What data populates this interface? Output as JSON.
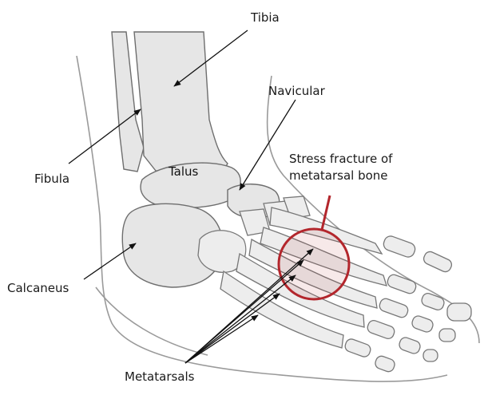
{
  "labels": {
    "tibia": "Tibia",
    "navicular": "Navicular",
    "fibula": "Fibula",
    "talus": "Talus",
    "calcaneus": "Calcaneus",
    "stress_fracture_line1": "Stress fracture of",
    "stress_fracture_line2": "metatarsal bone",
    "metatarsals": "Metatarsals"
  },
  "colors": {
    "bone_fill": "#e6e6e6",
    "bone_outline": "#6e6e6e",
    "skin_outline": "#9a9a9a",
    "fracture_highlight": "#b3262c",
    "leader_lines": "#111111"
  }
}
